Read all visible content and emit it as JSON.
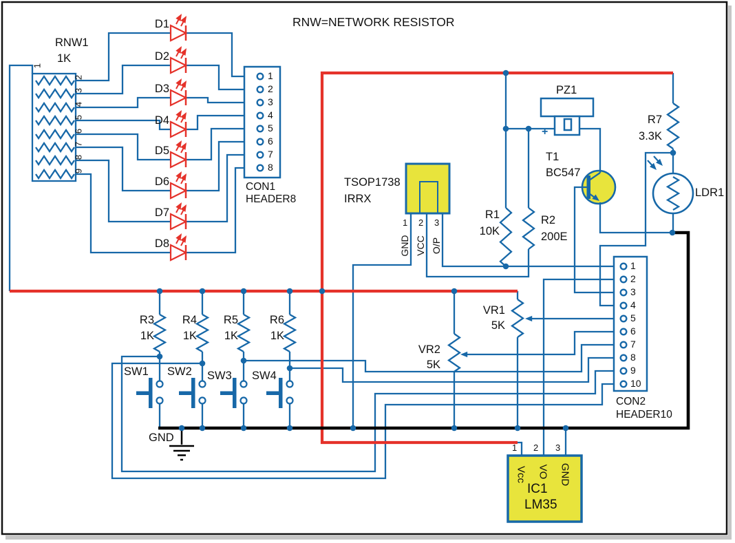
{
  "title": "RNW=NETWORK RESISTOR",
  "colors": {
    "wire_blue": "#1768a8",
    "wire_red": "#e5322a",
    "component_yellow": "#e8e43c",
    "bus_black": "#000000"
  },
  "components": {
    "rnw1": {
      "ref": "RNW1",
      "value": "1K",
      "pins": [
        "1",
        "2",
        "3",
        "4",
        "5",
        "6",
        "7",
        "8",
        "9"
      ]
    },
    "leds": [
      "D1",
      "D2",
      "D3",
      "D4",
      "D5",
      "D6",
      "D7",
      "D8"
    ],
    "con1": {
      "ref": "CON1",
      "type": "HEADER8",
      "pins": [
        "1",
        "2",
        "3",
        "4",
        "5",
        "6",
        "7",
        "8"
      ]
    },
    "tsop": {
      "ref": "TSOP1738",
      "subtitle": "IRRX",
      "pin_numbers": [
        "1",
        "2",
        "3"
      ],
      "pin_labels": [
        "GND",
        "VCC",
        "O/P"
      ]
    },
    "pz1": {
      "ref": "PZ1",
      "polarity": "+"
    },
    "t1": {
      "ref": "T1",
      "value": "BC547"
    },
    "r1": {
      "ref": "R1",
      "value": "10K"
    },
    "r2": {
      "ref": "R2",
      "value": "200E"
    },
    "r7": {
      "ref": "R7",
      "value": "3.3K"
    },
    "ldr1": {
      "ref": "LDR1"
    },
    "vr1": {
      "ref": "VR1",
      "value": "5K"
    },
    "vr2": {
      "ref": "VR2",
      "value": "5K"
    },
    "r3": {
      "ref": "R3",
      "value": "1K"
    },
    "r4": {
      "ref": "R4",
      "value": "1K"
    },
    "r5": {
      "ref": "R5",
      "value": "1K"
    },
    "r6": {
      "ref": "R6",
      "value": "1K"
    },
    "switches": [
      "SW1",
      "SW2",
      "SW3",
      "SW4"
    ],
    "ground_label": "GND",
    "con2": {
      "ref": "CON2",
      "type": "HEADER10",
      "pins": [
        "1",
        "2",
        "3",
        "4",
        "5",
        "6",
        "7",
        "8",
        "9",
        "10"
      ]
    },
    "ic1": {
      "ref": "IC1",
      "value": "LM35",
      "pin_numbers": [
        "1",
        "2",
        "3"
      ],
      "pin_labels": [
        "Vcc",
        "VO",
        "GND"
      ]
    }
  }
}
